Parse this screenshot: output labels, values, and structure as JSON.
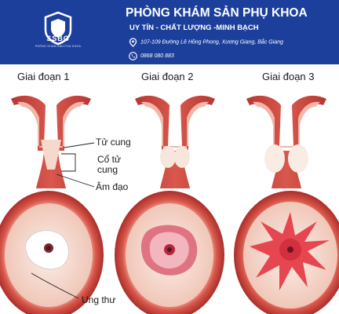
{
  "header": {
    "brand": "SSBG",
    "brand_subtitle": "PHÒNG KHÁM SẢN PHỤ KHOA",
    "clinic_name": "PHÒNG KHÁM SẢN PHỤ KHOA",
    "slogan": "UY TÍN - CHẤT LƯỢNG -MINH BẠCH",
    "address": "107-109 Đường Lê Hồng Phong, Xương Giang, Bắc Giang",
    "phone": "0868 080 883",
    "icons": [
      "shield-logo-icon",
      "location-pin-icon",
      "phone-icon"
    ],
    "colors": {
      "header_bg": "#1c3f9c",
      "header_text": "#ffffff"
    }
  },
  "illustration": {
    "stages": [
      "Giai đoạn 1",
      "Giai đoạn 2",
      "Giai đoạn 3"
    ],
    "labels": {
      "uterus": "Tử cung",
      "cervix_line1": "Cổ tử",
      "cervix_line2": "cung",
      "vagina": "Âm đạo",
      "cancer": "Ung thư"
    },
    "colors": {
      "tissue": "#c8453f",
      "tissue_light": "#f1b6a8",
      "cervix_face": "#f6e0d8",
      "arrow": "#2f5fb4"
    }
  }
}
